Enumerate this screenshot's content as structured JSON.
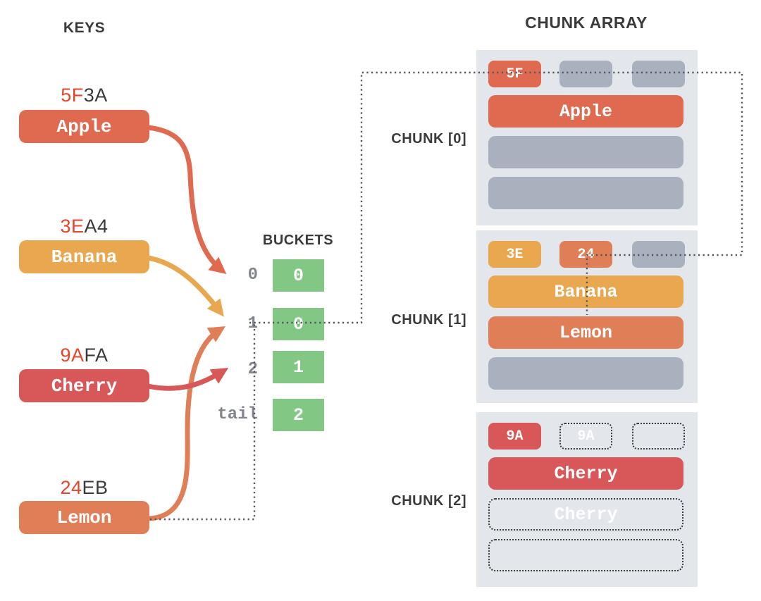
{
  "titles": {
    "keys": "KEYS",
    "buckets": "BUCKETS",
    "chunk_array": "CHUNK ARRAY"
  },
  "keys": [
    {
      "hash_prefix": "5F",
      "hash_suffix": "3A",
      "name": "Apple",
      "color": "#df6a4f"
    },
    {
      "hash_prefix": "3E",
      "hash_suffix": "A4",
      "name": "Banana",
      "color": "#e9a74f"
    },
    {
      "hash_prefix": "9A",
      "hash_suffix": "FA",
      "name": "Cherry",
      "color": "#d85759"
    },
    {
      "hash_prefix": "24",
      "hash_suffix": "EB",
      "name": "Lemon",
      "color": "#e07e58"
    }
  ],
  "buckets": {
    "rows": [
      {
        "index": "0",
        "value": "0"
      },
      {
        "index": "1",
        "value": "0"
      },
      {
        "index": "2",
        "value": "1"
      },
      {
        "index": "tail",
        "value": "2"
      }
    ],
    "box_color": "#82c784"
  },
  "chunks": [
    {
      "label": "CHUNK [0]",
      "slots": [
        {
          "text": "5F"
        },
        {
          "text": ""
        },
        {
          "text": ""
        }
      ],
      "rows": [
        {
          "text": "Apple"
        },
        {
          "text": ""
        },
        {
          "text": ""
        }
      ]
    },
    {
      "label": "CHUNK [1]",
      "slots": [
        {
          "text": "3E"
        },
        {
          "text": "24"
        },
        {
          "text": ""
        }
      ],
      "rows": [
        {
          "text": "Banana"
        },
        {
          "text": "Lemon"
        },
        {
          "text": ""
        }
      ]
    },
    {
      "label": "CHUNK [2]",
      "slots": [
        {
          "text": "9A"
        },
        {
          "text": "9A"
        },
        {
          "text": ""
        }
      ],
      "rows": [
        {
          "text": "Cherry"
        },
        {
          "text": "Cherry"
        },
        {
          "text": ""
        }
      ]
    }
  ],
  "colors": {
    "terracotta": "#df6a4f",
    "amber": "#e9a74f",
    "crimson": "#d85759",
    "lemon_orange": "#e07e58",
    "bucket_green": "#82c784",
    "slot_gray": "#a9b1bf",
    "panel_gray": "#e3e6ea",
    "hash_highlight_red": "#e8432b",
    "text_dark": "#3b3b3d",
    "label_gray": "#83868c",
    "dotted_line": "#54555a"
  }
}
